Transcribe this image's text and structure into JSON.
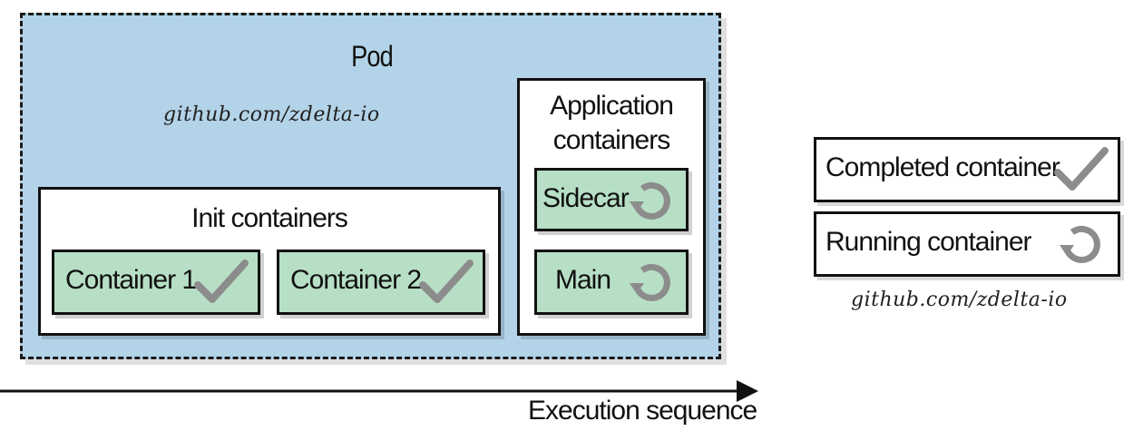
{
  "pod": {
    "title": "Pod",
    "watermark": "github.com/zdelta-io"
  },
  "init_containers": {
    "title": "Init containers",
    "items": [
      {
        "label": "Container 1",
        "state": "completed"
      },
      {
        "label": "Container 2",
        "state": "completed"
      }
    ]
  },
  "application_containers": {
    "title_line1": "Application",
    "title_line2": "containers",
    "items": [
      {
        "label": "Sidecar",
        "state": "running"
      },
      {
        "label": "Main",
        "state": "running"
      }
    ]
  },
  "legend": {
    "completed_label": "Completed container",
    "running_label": "Running container",
    "watermark": "github.com/zdelta-io"
  },
  "axis": {
    "label": "Execution sequence"
  },
  "colors": {
    "pod_fill": "#b3d3e8",
    "container_fill": "#b7dfc5",
    "icon_gray": "#8c8c8c"
  },
  "icons": {
    "completed": "check-icon",
    "running": "restart-icon"
  }
}
